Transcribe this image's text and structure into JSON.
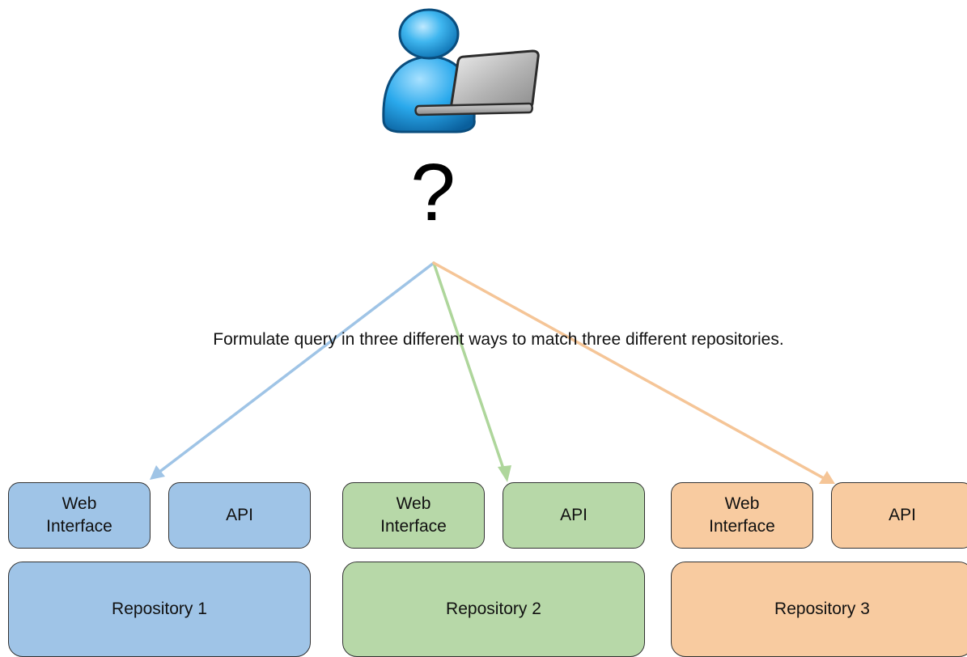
{
  "question_mark": "?",
  "caption": "Formulate query in three different ways to match three different repositories.",
  "colors": {
    "blue_fill": "#9fc4e7",
    "blue_arrow": "#9fc4e6",
    "green_fill": "#b7d8a8",
    "green_arrow": "#aed69b",
    "orange_fill": "#f8cba0",
    "orange_arrow": "#f5c597"
  },
  "repositories": [
    {
      "web_interface": "Web\nInterface",
      "api": "API",
      "name": "Repository 1"
    },
    {
      "web_interface": "Web\nInterface",
      "api": "API",
      "name": "Repository 2"
    },
    {
      "web_interface": "Web\nInterface",
      "api": "API",
      "name": "Repository 3"
    }
  ],
  "icons": {
    "user": "user-with-laptop-icon"
  }
}
